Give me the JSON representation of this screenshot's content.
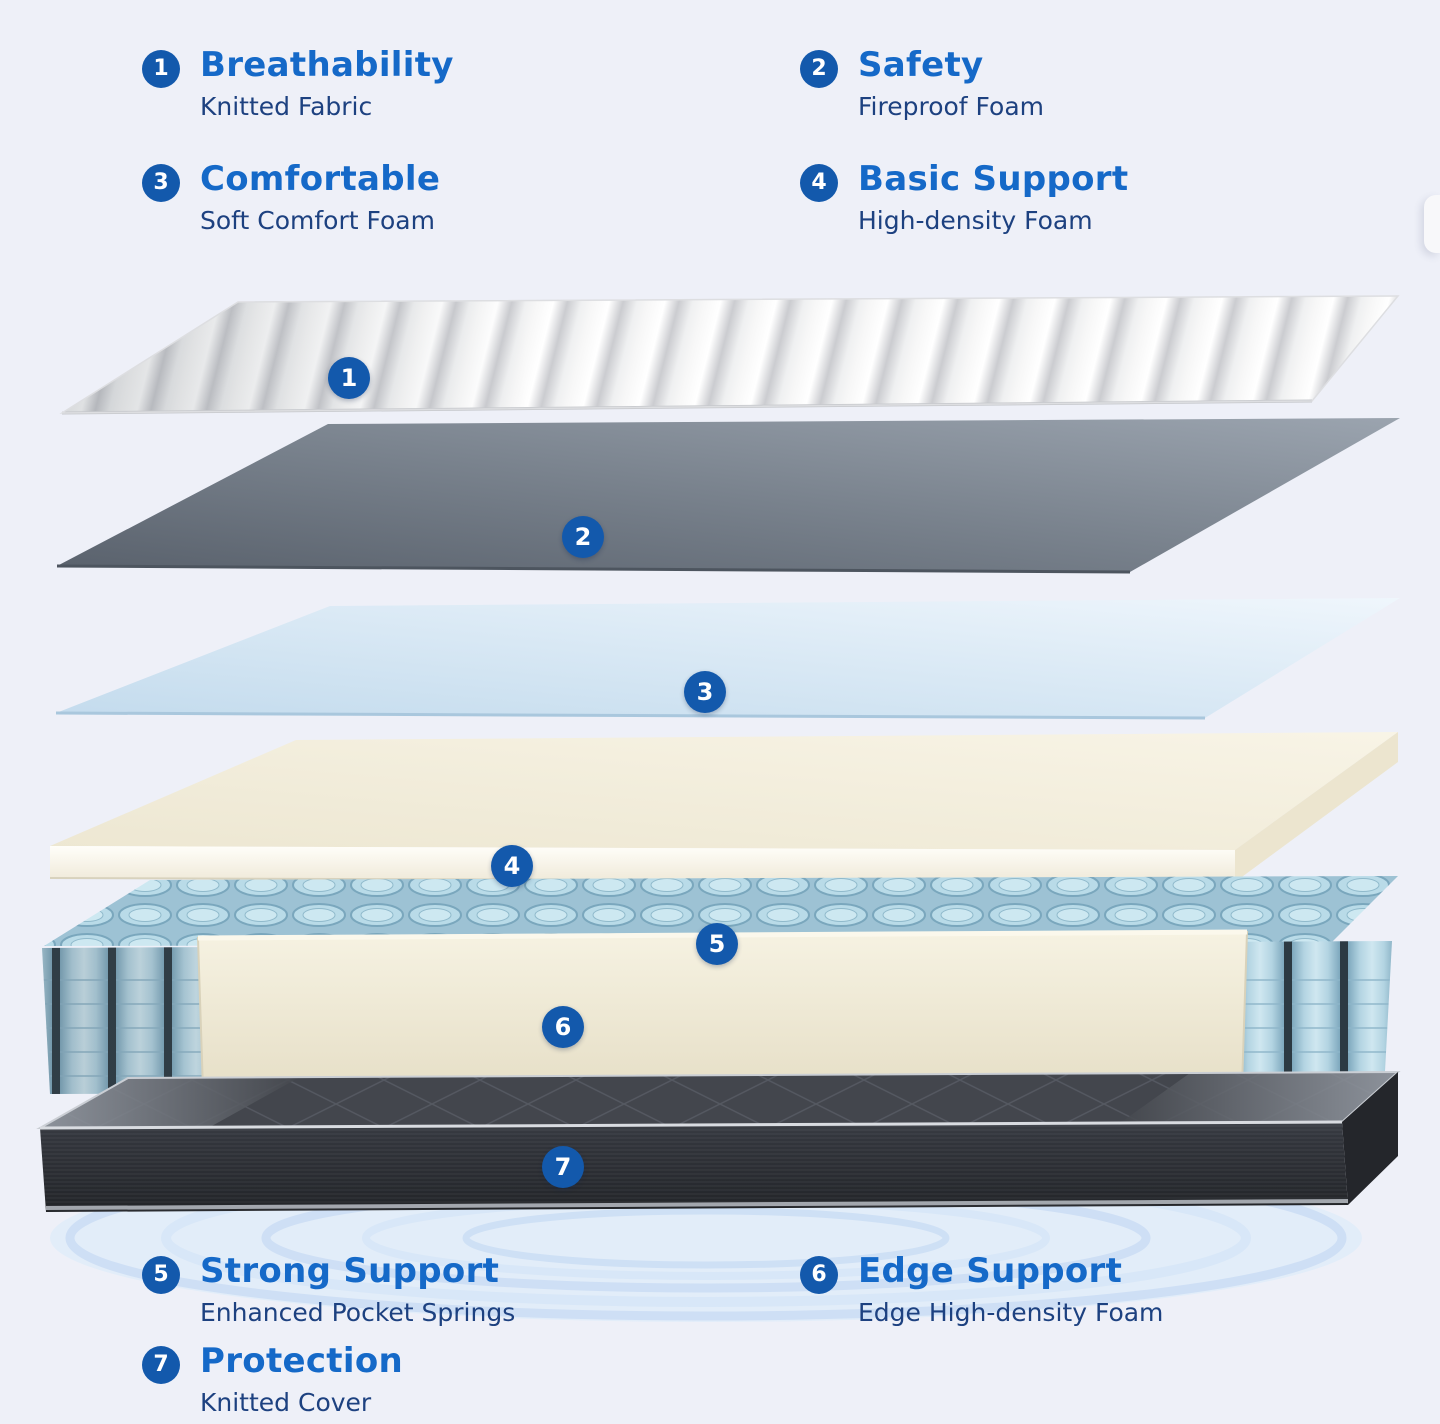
{
  "image": {
    "type": "product-infographic",
    "subject": "Mattress exploded layer diagram with 7 numbered layers"
  },
  "colors": {
    "background": "#eef0f8",
    "title_blue": "#1569c8",
    "subtitle_blue": "#1d4180",
    "badge_blue": "#1359ac",
    "badge_text": "#ffffff"
  },
  "features": {
    "items": [
      {
        "num": "1",
        "title": "Breathability",
        "subtitle": "Knitted Fabric"
      },
      {
        "num": "2",
        "title": "Safety",
        "subtitle": "Fireproof Foam"
      },
      {
        "num": "3",
        "title": "Comfortable",
        "subtitle": "Soft Comfort Foam"
      },
      {
        "num": "4",
        "title": "Basic Support",
        "subtitle": "High-density Foam"
      },
      {
        "num": "5",
        "title": "Strong Support",
        "subtitle": "Enhanced Pocket Springs"
      },
      {
        "num": "6",
        "title": "Edge Support",
        "subtitle": "Edge High-density Foam"
      },
      {
        "num": "7",
        "title": "Protection",
        "subtitle": "Knitted Cover"
      }
    ]
  },
  "diagram": {
    "markers": [
      "1",
      "2",
      "3",
      "4",
      "5",
      "6",
      "7"
    ]
  }
}
